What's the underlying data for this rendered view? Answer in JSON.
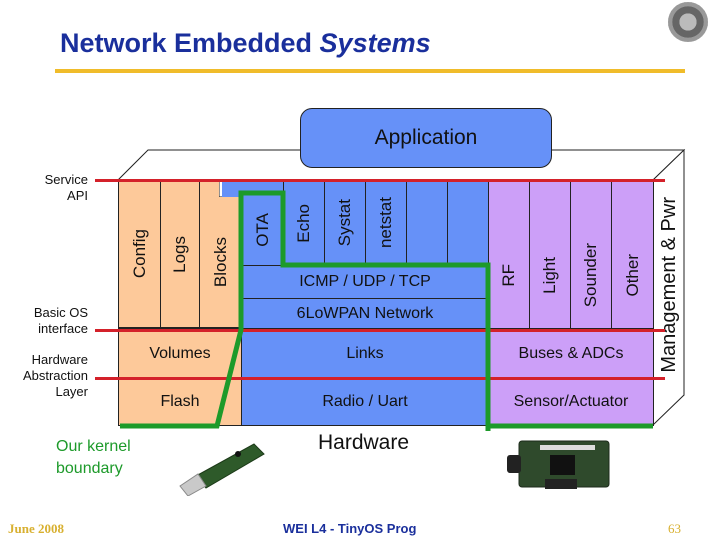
{
  "slide": {
    "title_main": "Network Embedded ",
    "title_italic": "Systems",
    "logo": "university-seal-icon"
  },
  "diagram": {
    "application": "Application",
    "side_labels": {
      "service_api": [
        "Service",
        "API"
      ],
      "basic_os": [
        "Basic OS",
        "interface"
      ],
      "hal": [
        "Hardware",
        "Abstraction",
        "Layer"
      ]
    },
    "storage_columns": [
      "Config",
      "Logs",
      "Blocks"
    ],
    "service_columns": [
      "OTA",
      "Echo",
      "Systat",
      "netstat",
      "",
      ""
    ],
    "network_rows": [
      "ICMP / UDP / TCP",
      "6LoWPAN Network"
    ],
    "sensor_columns": [
      "RF",
      "Light",
      "Sounder",
      "Other"
    ],
    "os_row": [
      "Volumes",
      "Links",
      "Buses & ADCs"
    ],
    "hal_row": [
      "Flash",
      "Radio / Uart",
      "Sensor/Actuator"
    ],
    "management": "Management & Pwr",
    "hardware": "Hardware",
    "kernel_boundary": [
      "Our kernel",
      "boundary"
    ],
    "colors": {
      "storage": "#fdc99a",
      "network": "#6691f8",
      "sensor": "#cc9ff8",
      "interface_lines": "#d4212a",
      "kernel_boundary": "#1d9a2a",
      "title": "#1a2f9c",
      "title_rule": "#f0bc2a"
    }
  },
  "footer": {
    "date": "June 2008",
    "course": "WEI L4 - TinyOS Prog",
    "page_number": "63"
  }
}
